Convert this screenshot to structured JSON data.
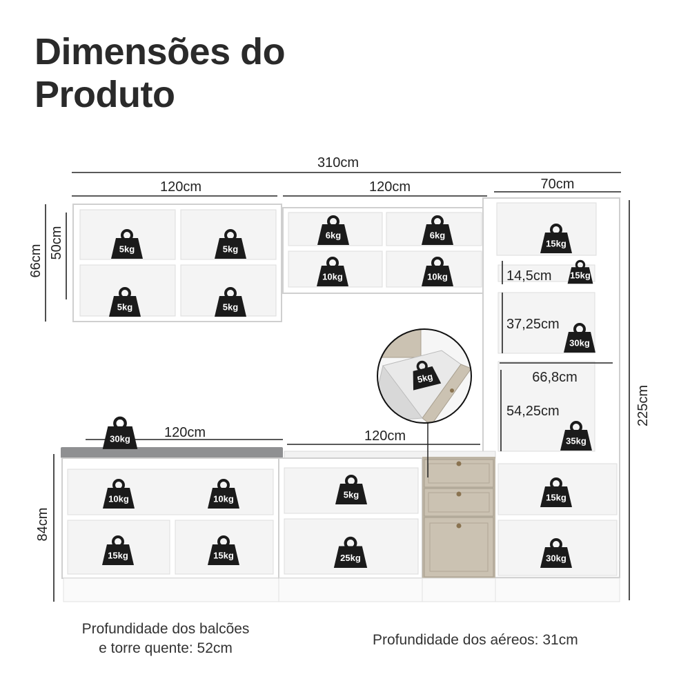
{
  "page": {
    "title_line1": "Dimensões do",
    "title_line2": "Produto"
  },
  "dimensions": {
    "total_width": "310cm",
    "upper_left_width": "120cm",
    "upper_middle_width": "120cm",
    "tower_width": "70cm",
    "upper_total_height": "66cm",
    "upper_niche_height": "50cm",
    "niche_small": "14,5cm",
    "niche_oven": "37,25cm",
    "tower_inner_width": "66,8cm",
    "niche_large": "54,25cm",
    "counter_left_width": "120cm",
    "counter_middle_width": "120cm",
    "tower_height": "225cm",
    "base_height": "84cm"
  },
  "weights": {
    "ul_1": "5kg",
    "ul_2": "5kg",
    "ul_3": "5kg",
    "ul_4": "5kg",
    "um_1": "6kg",
    "um_2": "6kg",
    "um_3": "10kg",
    "um_4": "10kg",
    "t_1": "15kg",
    "t_2": "15kg",
    "t_3": "30kg",
    "t_4": "35kg",
    "t_5": "15kg",
    "t_6": "30kg",
    "countertop": "30kg",
    "bl_1": "10kg",
    "bl_2": "10kg",
    "bl_3": "15kg",
    "bl_4": "15kg",
    "bm_1": "5kg",
    "bm_2": "25kg",
    "drawer": "5kg"
  },
  "footer": {
    "depth_base_line1": "Profundidade dos balcões",
    "depth_base_line2": "e torre quente: 52cm",
    "depth_upper": "Profundidade dos aéreos: 31cm"
  },
  "colors": {
    "cabinet": "#ffffff",
    "cabinet_edge": "#cfcfcf",
    "interior": "#f3f3f3",
    "countertop": "#8f9092",
    "door_beige": "#cbc2b2",
    "weight_icon": "#1b1b1b",
    "dim_line": "#222222"
  }
}
